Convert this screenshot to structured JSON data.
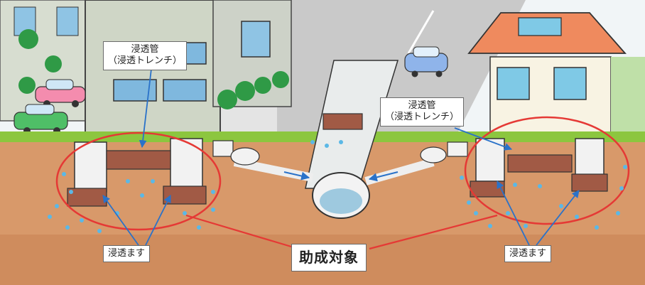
{
  "labels": {
    "pipe_left_line1": "浸透管",
    "pipe_left_line2": "（浸透トレンチ）",
    "pipe_right_line1": "浸透管",
    "pipe_right_line2": "（浸透トレンチ）",
    "basin_left": "浸透ます",
    "basin_right": "浸透ます",
    "subsidy": "助成対象"
  },
  "colors": {
    "sky": "#f3f6f8",
    "soil": "#d8996a",
    "soil_dark": "#c9845a",
    "grass": "#8cc63f",
    "road": "#c8c8c8",
    "building": "#cfd6c9",
    "roof": "#ef8a5e",
    "house_wall": "#f8f3e3",
    "brick": "#a15a45",
    "basin": "#f2f2f2",
    "water": "#5bb8e6",
    "highlight": "#e53935",
    "arrow": "#2a72c9",
    "tree": "#2f9a46",
    "car_pink": "#f48cae",
    "car_green": "#4fbf67",
    "car_blue": "#8fb4ea"
  }
}
